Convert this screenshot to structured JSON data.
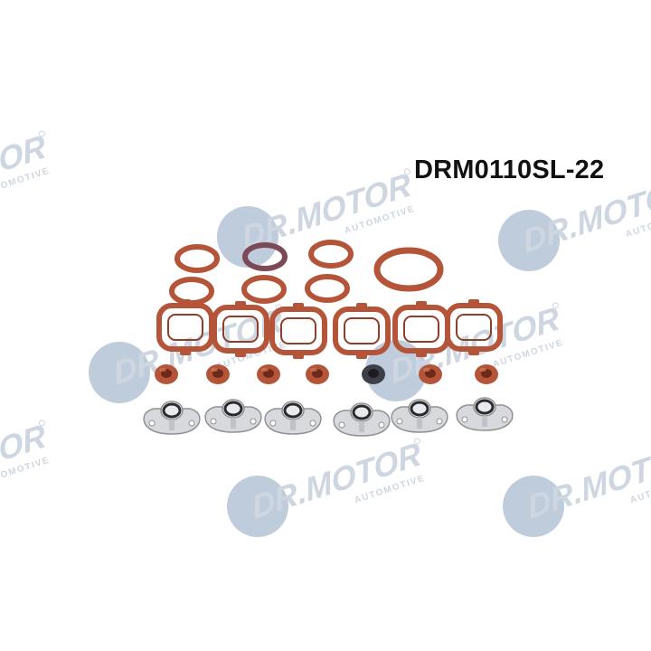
{
  "product": {
    "part_number": "DRM0110SL-22"
  },
  "watermark": {
    "brand": "DR.MOTOR",
    "tagline": "AUTOMOTIVE",
    "color": "#c9d2de",
    "disc_color": "#b9c7d9"
  },
  "parts": {
    "round_seals_small": 6,
    "round_seal_large": 1,
    "rectangular_gaskets": 6,
    "grommets": 7,
    "flap_plugs": 6,
    "seal_color": "#b4553a",
    "grommet_dark_color": "#3d4046",
    "metal_color": "#d7d9dc"
  }
}
